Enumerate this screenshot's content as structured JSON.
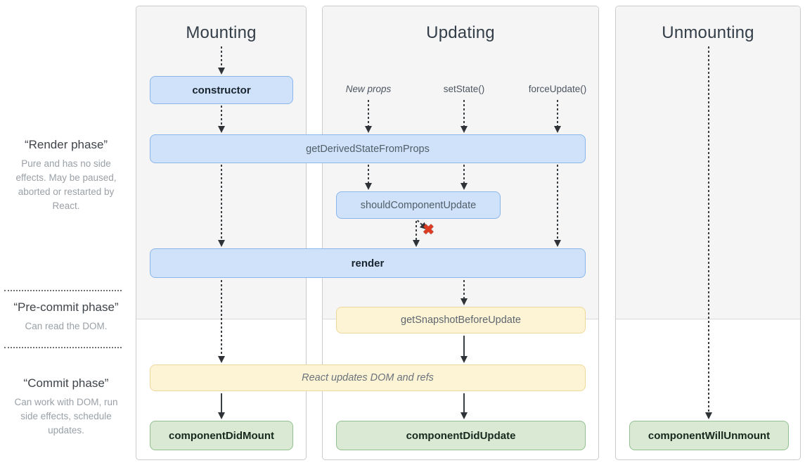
{
  "columns": [
    {
      "label": "Mounting"
    },
    {
      "label": "Updating"
    },
    {
      "label": "Unmounting"
    }
  ],
  "phases": [
    {
      "title": "“Render phase”",
      "description": "Pure and has no side effects. May be paused, aborted or restarted by React."
    },
    {
      "title": "“Pre-commit phase”",
      "description": "Can read the DOM."
    },
    {
      "title": "“Commit phase”",
      "description": "Can work with DOM, run side effects, schedule updates."
    }
  ],
  "triggers": [
    {
      "label": "New props"
    },
    {
      "label": "setState()"
    },
    {
      "label": "forceUpdate()"
    }
  ],
  "nodes": {
    "constructor": {
      "label": "constructor"
    },
    "getDerivedStateFromProps": {
      "label": "getDerivedStateFromProps"
    },
    "shouldComponentUpdate": {
      "label": "shouldComponentUpdate"
    },
    "render": {
      "label": "render"
    },
    "getSnapshotBeforeUpdate": {
      "label": "getSnapshotBeforeUpdate"
    },
    "reactUpdates": {
      "label": "React updates DOM and refs"
    },
    "componentDidMount": {
      "label": "componentDidMount"
    },
    "componentDidUpdate": {
      "label": "componentDidUpdate"
    },
    "componentWillUnmount": {
      "label": "componentWillUnmount"
    }
  },
  "icons": {
    "stop_x": "✖"
  },
  "colors": {
    "node_blue_bg": "#cfe2fa",
    "node_blue_border": "#8ab6ec",
    "node_yellow_bg": "#fdf3d5",
    "node_yellow_border": "#f0d89b",
    "node_green_bg": "#d9e9d4",
    "node_green_border": "#94c08f",
    "panel_bg": "#f5f5f6",
    "panel_border": "#c9cccf",
    "arrow": "#3a3f44",
    "stop_x": "#dd3b22",
    "header_text": "#333e48"
  }
}
